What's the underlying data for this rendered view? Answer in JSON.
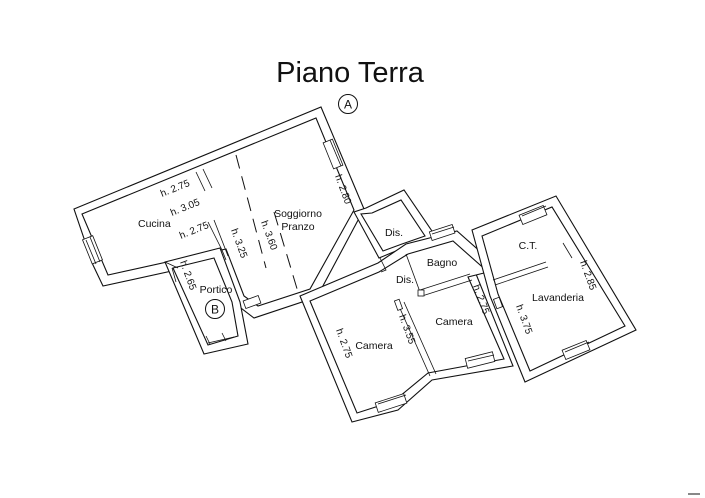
{
  "title": "Piano Terra",
  "markers": {
    "a": "A",
    "b": "B"
  },
  "rooms": {
    "cucina": "Cucina",
    "soggiorno_1": "Soggiorno",
    "soggiorno_2": "Pranzo",
    "portico": "Portico",
    "dis_upper": "Dis.",
    "dis_lower": "Dis.",
    "bagno": "Bagno",
    "ct": "C.T.",
    "lavanderia": "Lavanderia",
    "camera_left": "Camera",
    "camera_right": "Camera"
  },
  "heights": {
    "cucina_top": "h. 2.75",
    "cucina_mid": "h. 3.05",
    "cucina_low": "h. 2.75",
    "corridor": "h. 3.25",
    "soggiorno": "h. 3.60",
    "soggiorno_right": "h. 2.80",
    "portico": "h. 2.65",
    "camera_left": "h. 2.75",
    "camera_center": "h. 3.55",
    "camera_right": "h. 2.75",
    "lavanderia_left": "h. 3.75",
    "lavanderia_right": "h. 2.85"
  },
  "colors": {
    "line": "#111111",
    "background": "#ffffff"
  }
}
